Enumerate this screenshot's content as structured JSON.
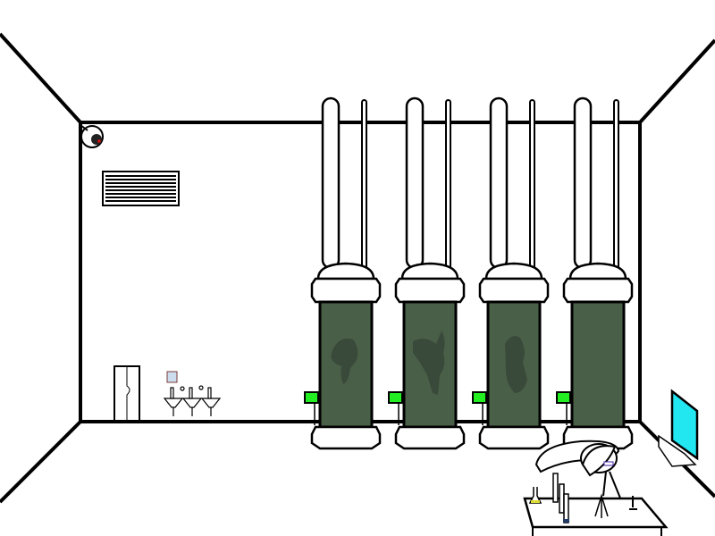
{
  "scene": {
    "colors": {
      "wall": "#ffffff",
      "outline": "#000000",
      "tank_fluid": "#4a5f48",
      "specimen": "#3a4a3a",
      "indicator": "#22ee22",
      "monitor_screen": "#22e6f0",
      "camera_light": "#dd1111"
    },
    "tanks": [
      {
        "specimen": "creature-1"
      },
      {
        "specimen": "creature-2"
      },
      {
        "specimen": "creature-3"
      },
      {
        "specimen": "empty"
      }
    ]
  }
}
